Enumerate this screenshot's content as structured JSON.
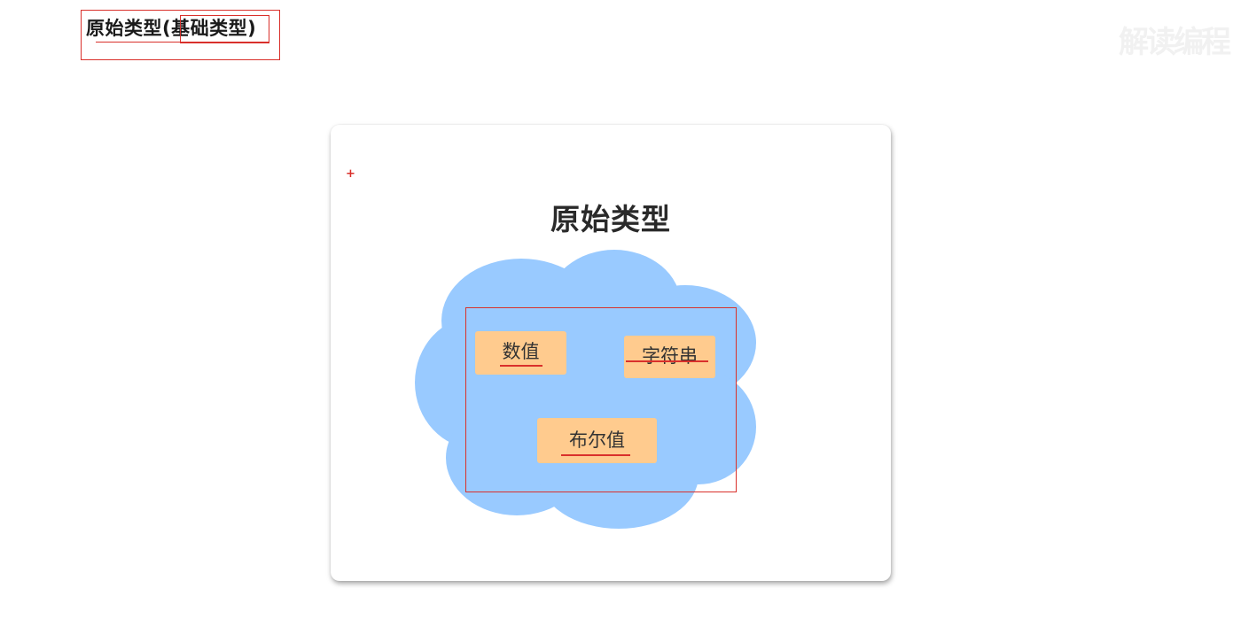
{
  "heading": {
    "prefix": "原始类型(",
    "highlight": "基础类型",
    "suffix": ")"
  },
  "watermark": "解读编程",
  "slide": {
    "title": "原始类型",
    "plus_mark": "+",
    "types": {
      "number": "数值",
      "string": "字符串",
      "boolean": "布尔值"
    }
  },
  "colors": {
    "cloud": "#99caff",
    "chip": "#ffcb8e",
    "annotation": "#d9302b"
  }
}
